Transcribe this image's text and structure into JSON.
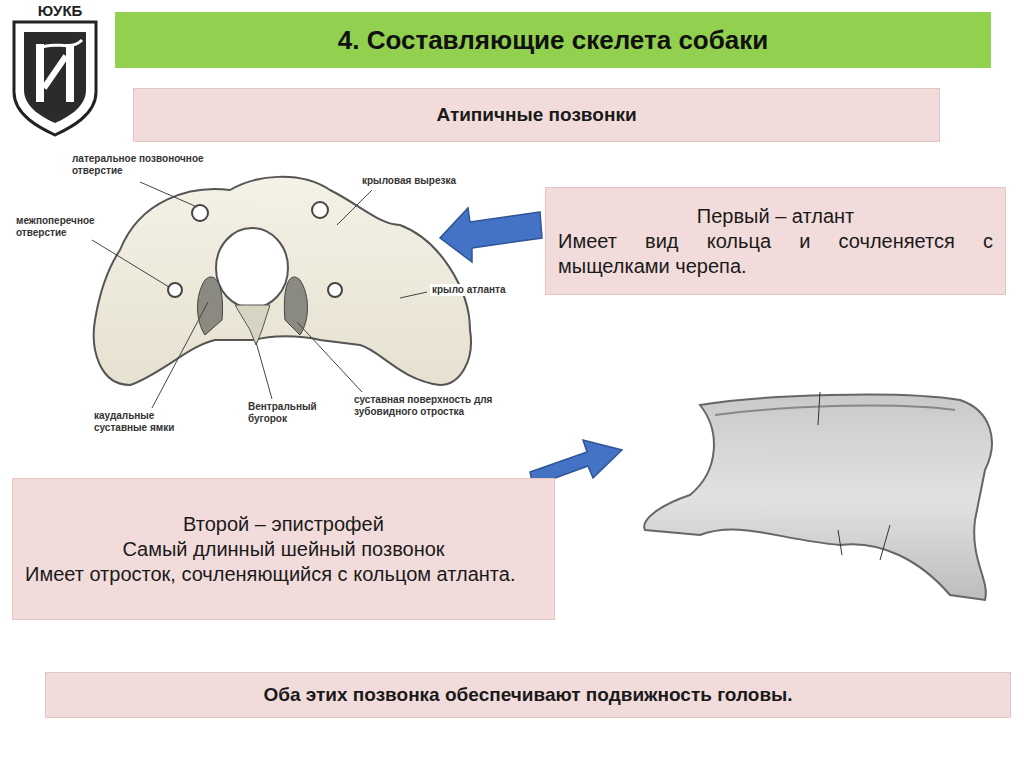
{
  "diagram": {
    "title": "4. Составляющие скелета собаки",
    "nodes": [
      {
        "text": [
          "Атипичные позвонки"
        ]
      },
      {
        "text": [
          "Первый – атлант",
          "Имеет вид кольца и сочленяется с мыщелками черепа."
        ]
      },
      {
        "text": [
          "Второй – эпистрофей",
          "Самый длинный шейный позвонок",
          "Имеет отросток, сочленяющийся с кольцом атланта."
        ]
      },
      {
        "text": [
          "Оба этих позвонка обеспечивают подвижность головы."
        ]
      }
    ],
    "labels": [
      "ЮУКБ",
      "латеральное позвоночное отверстие",
      "межпоперечное отверстие",
      "крыловая вырезка",
      "крыло атланта",
      "каудальные суставные ямки",
      "Вентральный бугорок",
      "суставная поверхность для зубовидного отростка"
    ]
  }
}
